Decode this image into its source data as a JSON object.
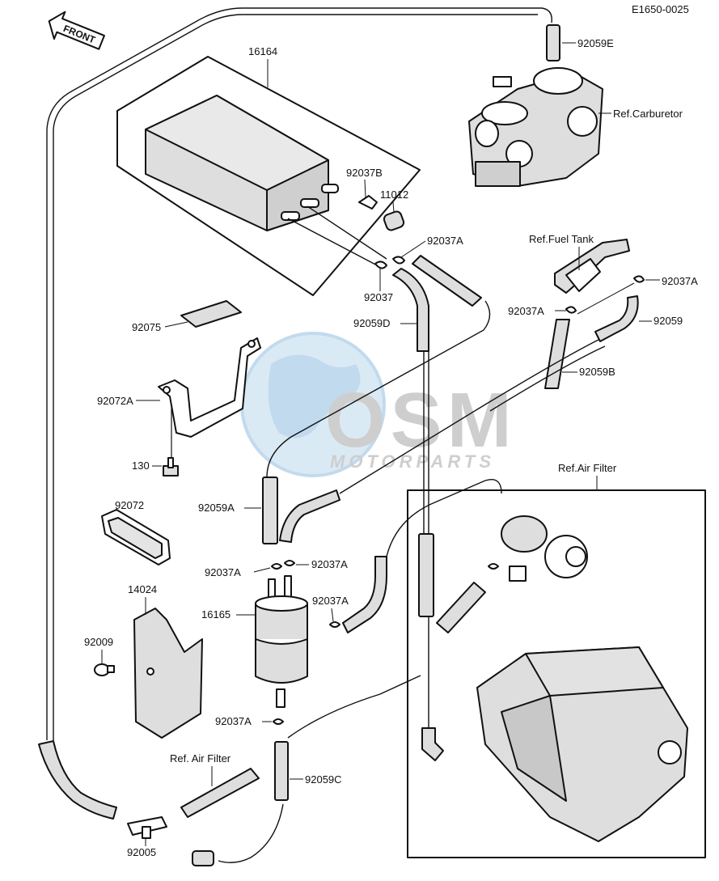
{
  "code": "E1650-0025",
  "front_label": "FRONT",
  "watermark": {
    "brand": "OSM",
    "sub": "MOTORPARTS"
  },
  "parts": {
    "p16164": "16164",
    "p92059E": "92059E",
    "p92037B": "92037B",
    "p11012": "11012",
    "p92037A_top": "92037A",
    "p92037": "92037",
    "p92059D": "92059D",
    "p92075": "92075",
    "p92072A": "92072A",
    "p130": "130",
    "p92059A": "92059A",
    "p92072": "92072",
    "p92037A_l": "92037A",
    "p92037A_r": "92037A",
    "p14024": "14024",
    "p16165": "16165",
    "p92037A_m": "92037A",
    "p92009": "92009",
    "p92037A_b": "92037A",
    "p92005": "92005",
    "p92059C": "92059C",
    "p92037A_tank": "92037A",
    "p92037A_tank2": "92037A",
    "p92059": "92059",
    "p92059B": "92059B"
  },
  "refs": {
    "carburetor": "Ref.Carburetor",
    "fuel_tank": "Ref.Fuel Tank",
    "air_filter_box": "Ref.Air Filter",
    "air_filter_hose": "Ref. Air Filter"
  }
}
